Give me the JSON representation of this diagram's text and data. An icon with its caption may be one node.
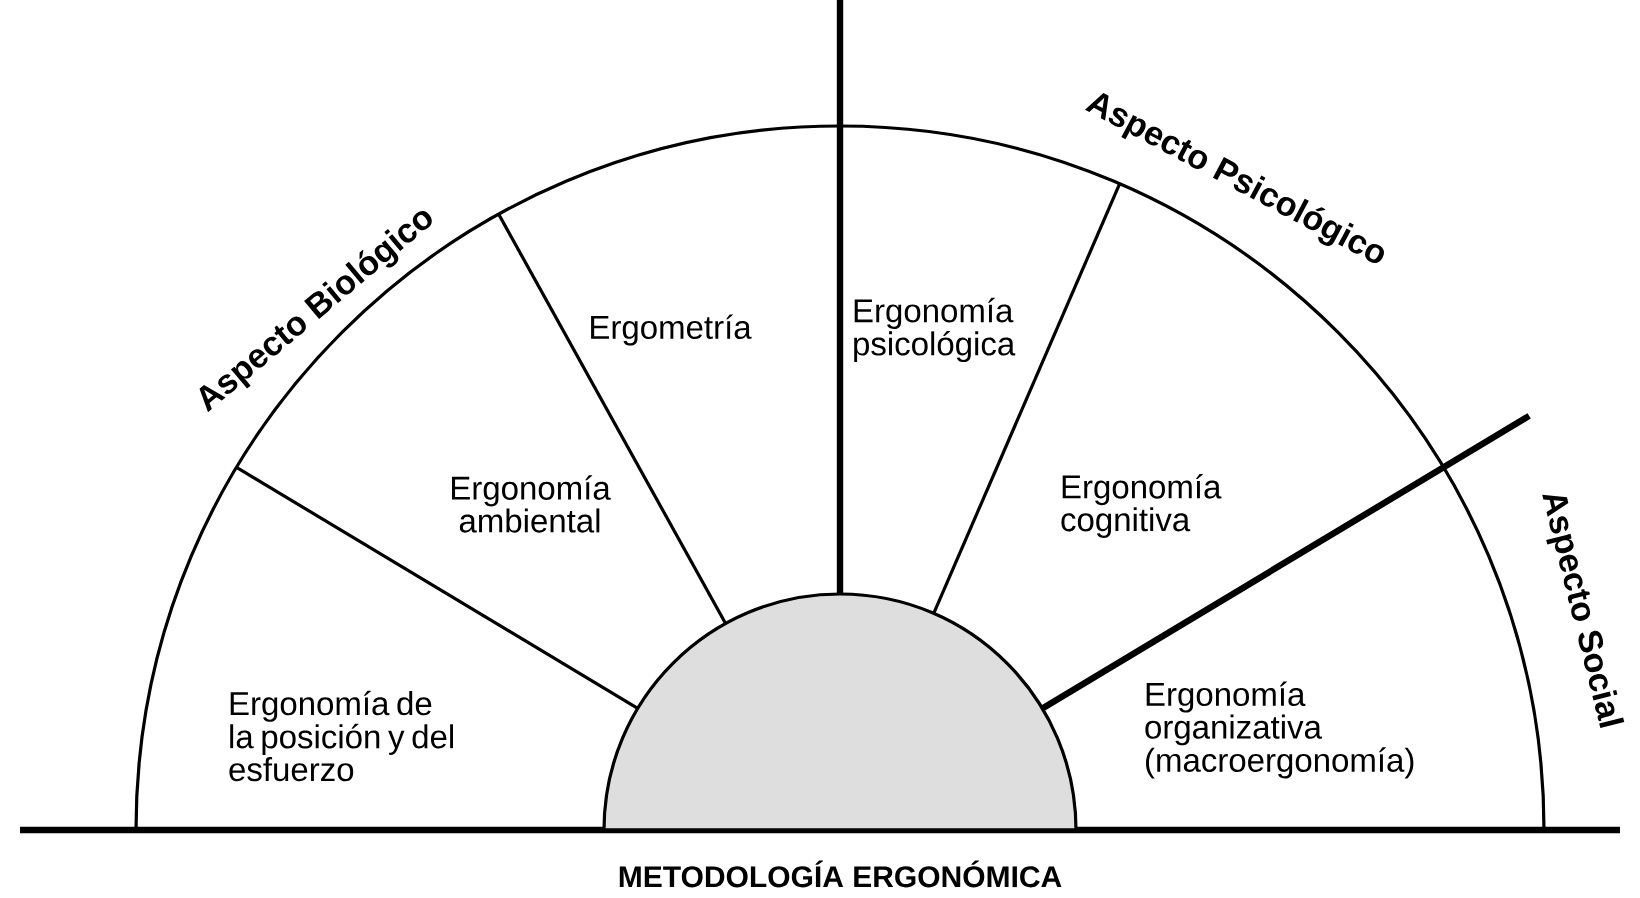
{
  "diagram": {
    "caption": "METODOLOGÍA ERGONÓMICA",
    "nodes": [
      {
        "text": [
          "Ergonomía de la posición y del esfuerzo"
        ]
      },
      {
        "text": [
          "Ergonomía ambiental"
        ]
      },
      {
        "text": [
          "Ergometría"
        ]
      },
      {
        "text": [
          "Ergonomía psicológica"
        ]
      },
      {
        "text": [
          "Ergonomía cognitiva"
        ]
      },
      {
        "text": [
          "Ergonomía organizativa (macroergonomía)"
        ]
      },
      {
        "text": [],
        "shape": "circle"
      }
    ],
    "labels": [
      "Aspecto Biológico",
      "Aspecto Psicológico",
      "Aspecto Social"
    ]
  }
}
